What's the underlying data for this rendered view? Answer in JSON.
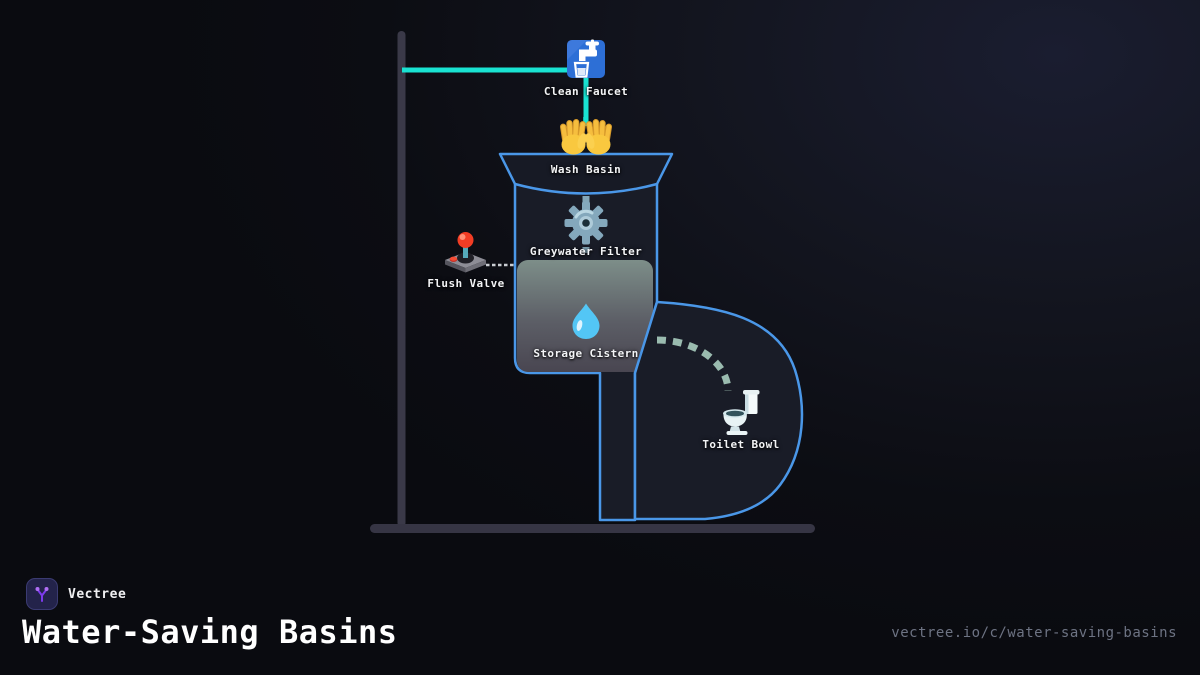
{
  "diagram": {
    "nodes": [
      {
        "id": "clean-faucet",
        "label": "Clean Faucet",
        "icon": "potable-water-faucet-icon"
      },
      {
        "id": "wash-basin",
        "label": "Wash Basin",
        "icon": "open-hands-icon"
      },
      {
        "id": "greywater-filter",
        "label": "Greywater Filter",
        "icon": "gear-icon"
      },
      {
        "id": "flush-valve",
        "label": "Flush Valve",
        "icon": "joystick-icon"
      },
      {
        "id": "storage-cistern",
        "label": "Storage Cistern",
        "icon": "water-droplet-icon"
      },
      {
        "id": "toilet-bowl",
        "label": "Toilet Bowl",
        "icon": "toilet-icon"
      }
    ],
    "colors": {
      "clean_water_pipe": "#19e3d2",
      "fixture_outline": "#4a97e8",
      "greywater_dash": "#9abbaf",
      "filter_dash": "#8fb6c9",
      "valve_dash": "#c9cdd2",
      "cistern_gradient_top": "#7d8e89",
      "cistern_gradient_bottom": "#494651",
      "structure_gray": "#3a3948"
    }
  },
  "footer": {
    "brand": "Vectree",
    "title": "Water-Saving Basins",
    "url": "vectree.io/c/water-saving-basins",
    "logo_purple": "#7c3aed"
  }
}
